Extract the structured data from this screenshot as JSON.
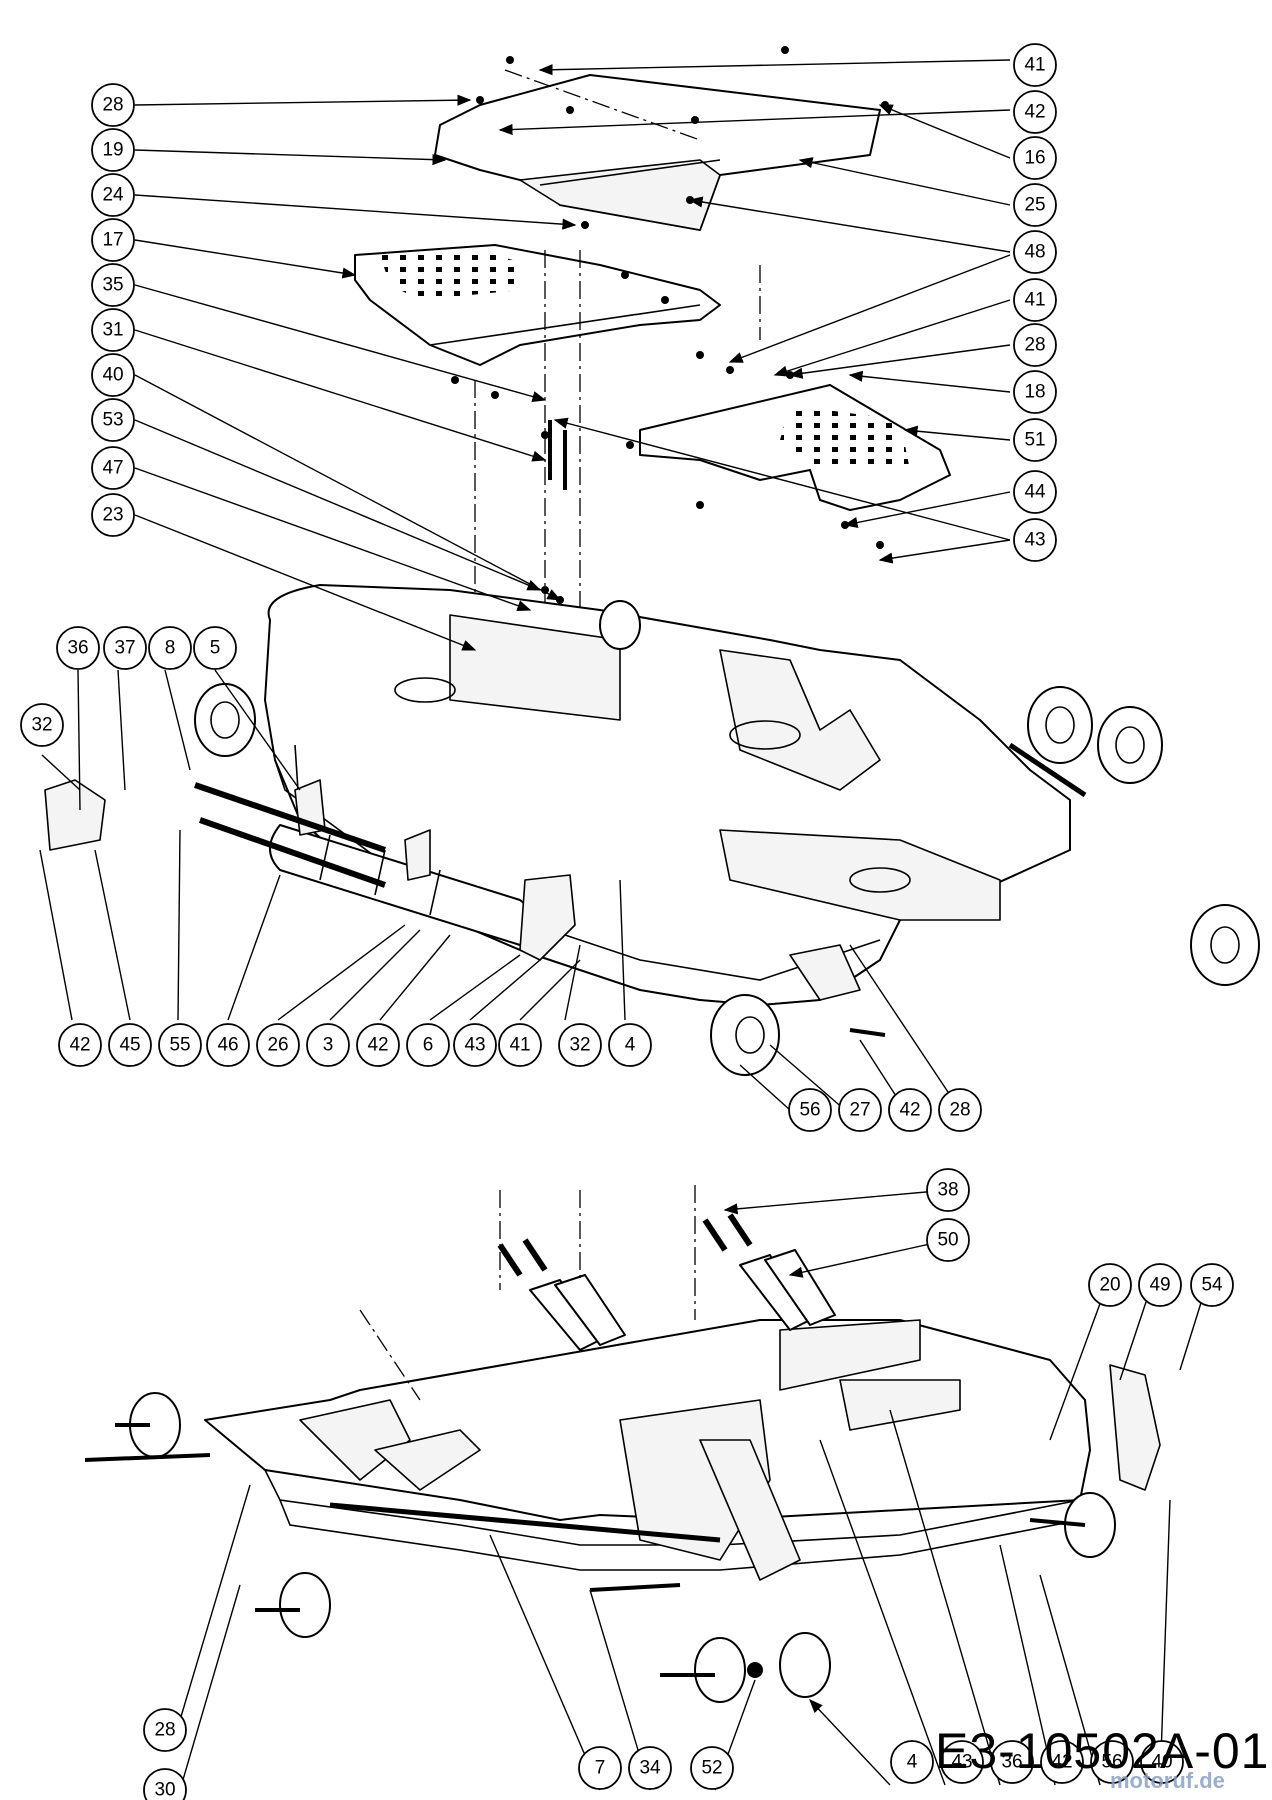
{
  "drawing_code": "E3-10502A-01",
  "watermark": "motoruf.de",
  "callouts_upper": [
    "41",
    "42",
    "28",
    "19",
    "24",
    "17",
    "35",
    "31",
    "40",
    "53",
    "47",
    "23",
    "16",
    "25",
    "48",
    "41",
    "28",
    "18",
    "51",
    "44",
    "43",
    "36",
    "37",
    "8",
    "5",
    "32",
    "42",
    "45",
    "55",
    "46",
    "26",
    "3",
    "42",
    "6",
    "43",
    "41",
    "32",
    "4",
    "56",
    "27",
    "42",
    "28"
  ],
  "callouts_lower": [
    "38",
    "50",
    "20",
    "49",
    "54",
    "28",
    "30",
    "7",
    "34",
    "52",
    "4",
    "43",
    "36",
    "42",
    "56",
    "40"
  ]
}
